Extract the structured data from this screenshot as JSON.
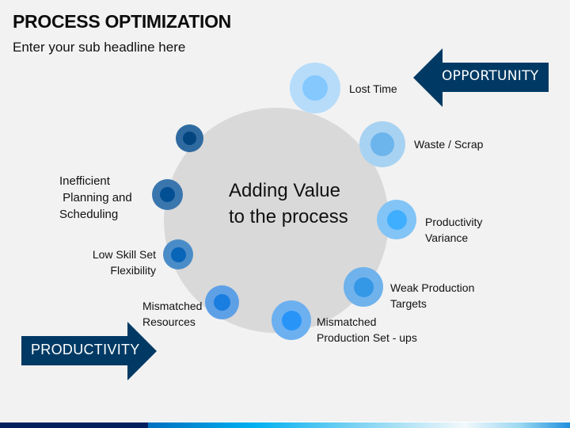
{
  "header": {
    "title": "PROCESS OPTIMIZATION",
    "subtitle": "Enter your sub headline here"
  },
  "center": {
    "line1": "Adding Value",
    "line2": "to the process"
  },
  "arrows": {
    "opportunity": {
      "label": "OPPORTUNITY",
      "direction": "left",
      "color": "#003a64"
    },
    "productivity": {
      "label": "PRODUCTIVITY",
      "direction": "right",
      "color": "#003a64"
    }
  },
  "nodes": [
    {
      "id": "top-left",
      "label": "",
      "outer_color": "#2e6aa0",
      "inner_color": "#02457f"
    },
    {
      "id": "inefficient-planning",
      "label": "Inefficient\n Planning and\nScheduling",
      "outer_color": "#3a76ae",
      "inner_color": "#034f94"
    },
    {
      "id": "low-skill-set",
      "label": "Low Skill Set\nFlexibility",
      "outer_color": "#4a8cc8",
      "inner_color": "#0865b8"
    },
    {
      "id": "mismatched-resources",
      "label": "Mismatched\nResources",
      "outer_color": "#5ea0e6",
      "inner_color": "#1a7de0"
    },
    {
      "id": "mismatched-setups",
      "label": "Mismatched\nProduction Set - ups",
      "outer_color": "#6cb0f0",
      "inner_color": "#2894f8"
    },
    {
      "id": "weak-targets",
      "label": "Weak Production\nTargets",
      "outer_color": "#6fb2ec",
      "inner_color": "#3598e6"
    },
    {
      "id": "productivity-variance",
      "label": "Productivity\nVariance",
      "outer_color": "#82c4f6",
      "inner_color": "#40aefe"
    },
    {
      "id": "waste-scrap",
      "label": "Waste / Scrap",
      "outer_color": "#a8d2f2",
      "inner_color": "#6cb4ec"
    },
    {
      "id": "lost-time",
      "label": "Lost Time",
      "outer_color": "#b6dcfa",
      "inner_color": "#84c8fe"
    }
  ],
  "colors": {
    "background": "#f2f2f2",
    "circle": "#d9d9d9",
    "footer_dark": "#002060"
  }
}
